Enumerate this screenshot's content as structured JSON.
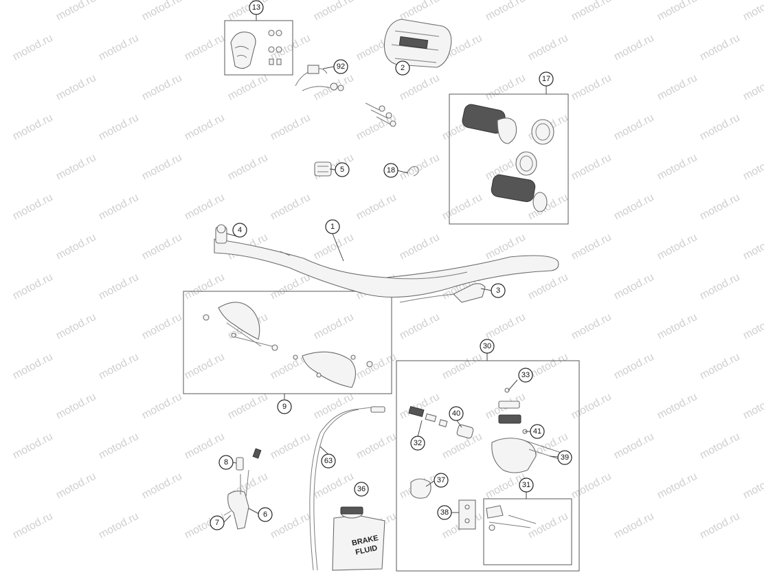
{
  "watermark": "motod.ru",
  "bottle_label": [
    "BRAKE",
    "FLUID"
  ],
  "callouts": [
    {
      "id": "13"
    },
    {
      "id": "2"
    },
    {
      "id": "92"
    },
    {
      "id": "17"
    },
    {
      "id": "5"
    },
    {
      "id": "18"
    },
    {
      "id": "4"
    },
    {
      "id": "1"
    },
    {
      "id": "3"
    },
    {
      "id": "9"
    },
    {
      "id": "30"
    },
    {
      "id": "33"
    },
    {
      "id": "40"
    },
    {
      "id": "32"
    },
    {
      "id": "41"
    },
    {
      "id": "39"
    },
    {
      "id": "8"
    },
    {
      "id": "63"
    },
    {
      "id": "36"
    },
    {
      "id": "37"
    },
    {
      "id": "31"
    },
    {
      "id": "38"
    },
    {
      "id": "6"
    },
    {
      "id": "7"
    }
  ]
}
